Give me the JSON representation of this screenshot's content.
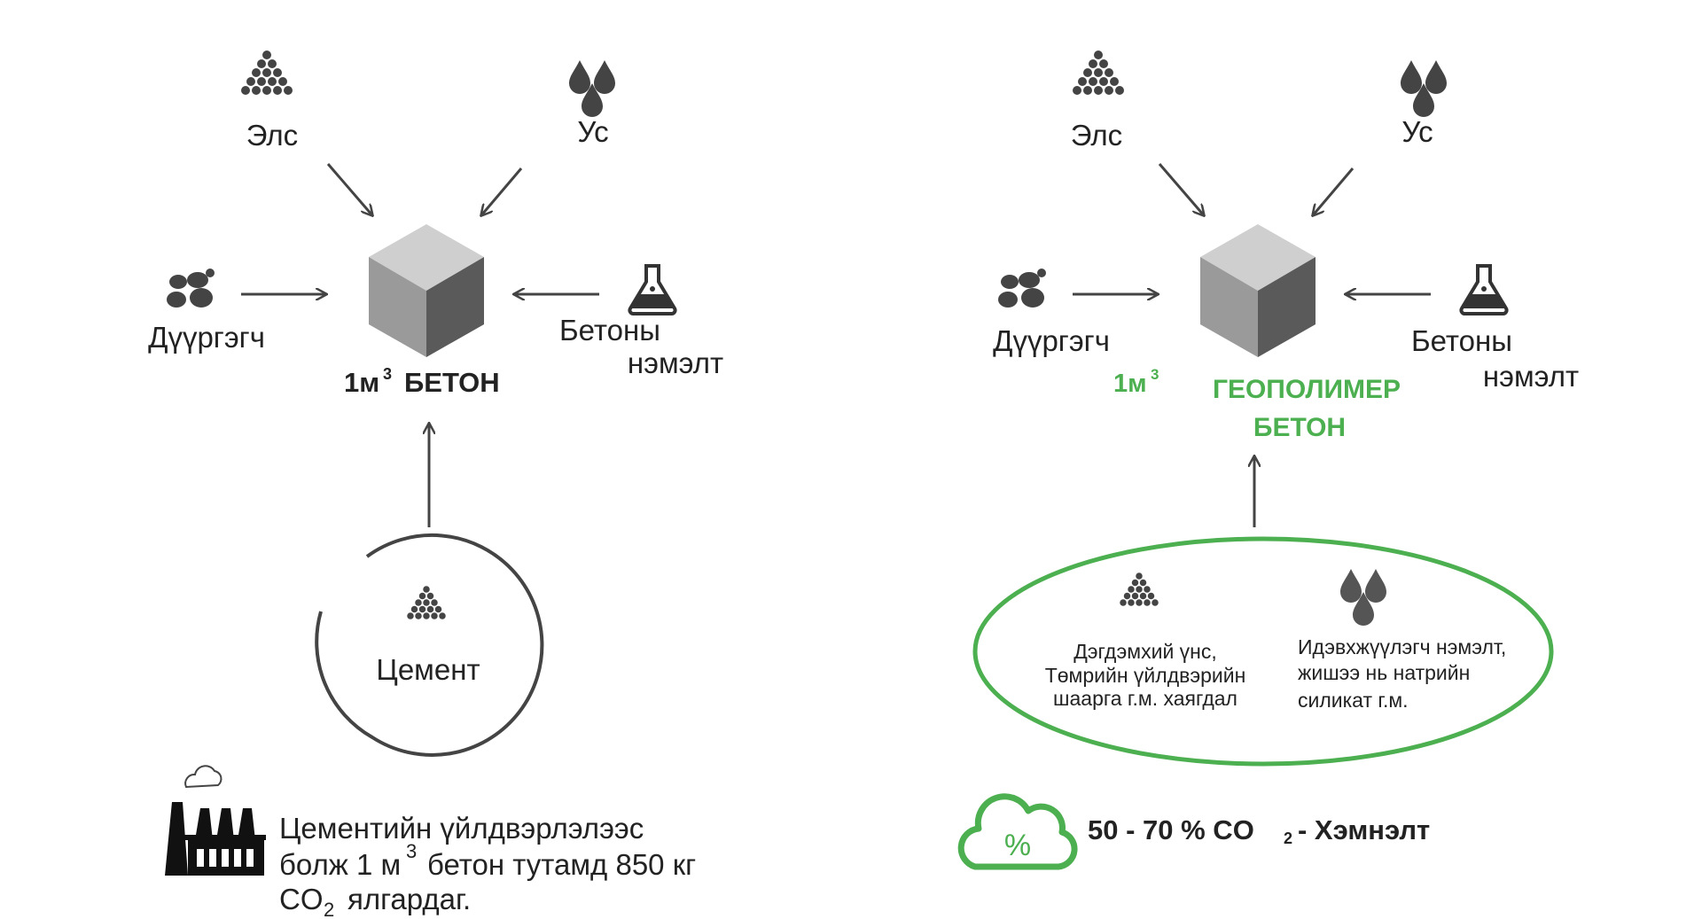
{
  "colors": {
    "green": "#4caf50",
    "dark": "#333333",
    "cube_top": "#cfcfcf",
    "cube_left": "#9a9a9a",
    "cube_right": "#5a5a5a"
  },
  "left": {
    "sand": "Элс",
    "water": "Ус",
    "aggregate": "Дүүргэгч",
    "additive_1": "Бетоны",
    "additive_2": "нэмэлт",
    "title_a": "1м",
    "title_sup": "3",
    "title_b": "БЕТОН",
    "cement": "Цемент",
    "note_1": "Цементийн үйлдвэрлэлээс",
    "note_2a": "болж 1 м",
    "note_2sup": "3",
    "note_2b": "бетон тутамд 850 кг",
    "note_3a": "CO",
    "note_3sub": "2",
    "note_3b": "ялгардаг."
  },
  "right": {
    "sand": "Элс",
    "water": "Ус",
    "aggregate": "Дүүргэгч",
    "additive_1": "Бетоны",
    "additive_2": "нэмэлт",
    "title_a": "1м",
    "title_sup": "3",
    "title_b1": "ГЕОПОЛИМЕР",
    "title_b2": "БЕТОН",
    "ash_1": "Дэгдэмхий үнс,",
    "ash_2": "Төмрийн үйлдвэрийн",
    "ash_3": "шаарга г.м. хаягдал",
    "act_1": "Идэвхжүүлэгч нэмэлт,",
    "act_2": "жишээ нь натрийн",
    "act_3": "силикат г.м.",
    "saving_a": "50 - 70 % CO",
    "saving_sub": "2",
    "saving_b": "- Хэмнэлт",
    "cloud_symbol": "%"
  }
}
